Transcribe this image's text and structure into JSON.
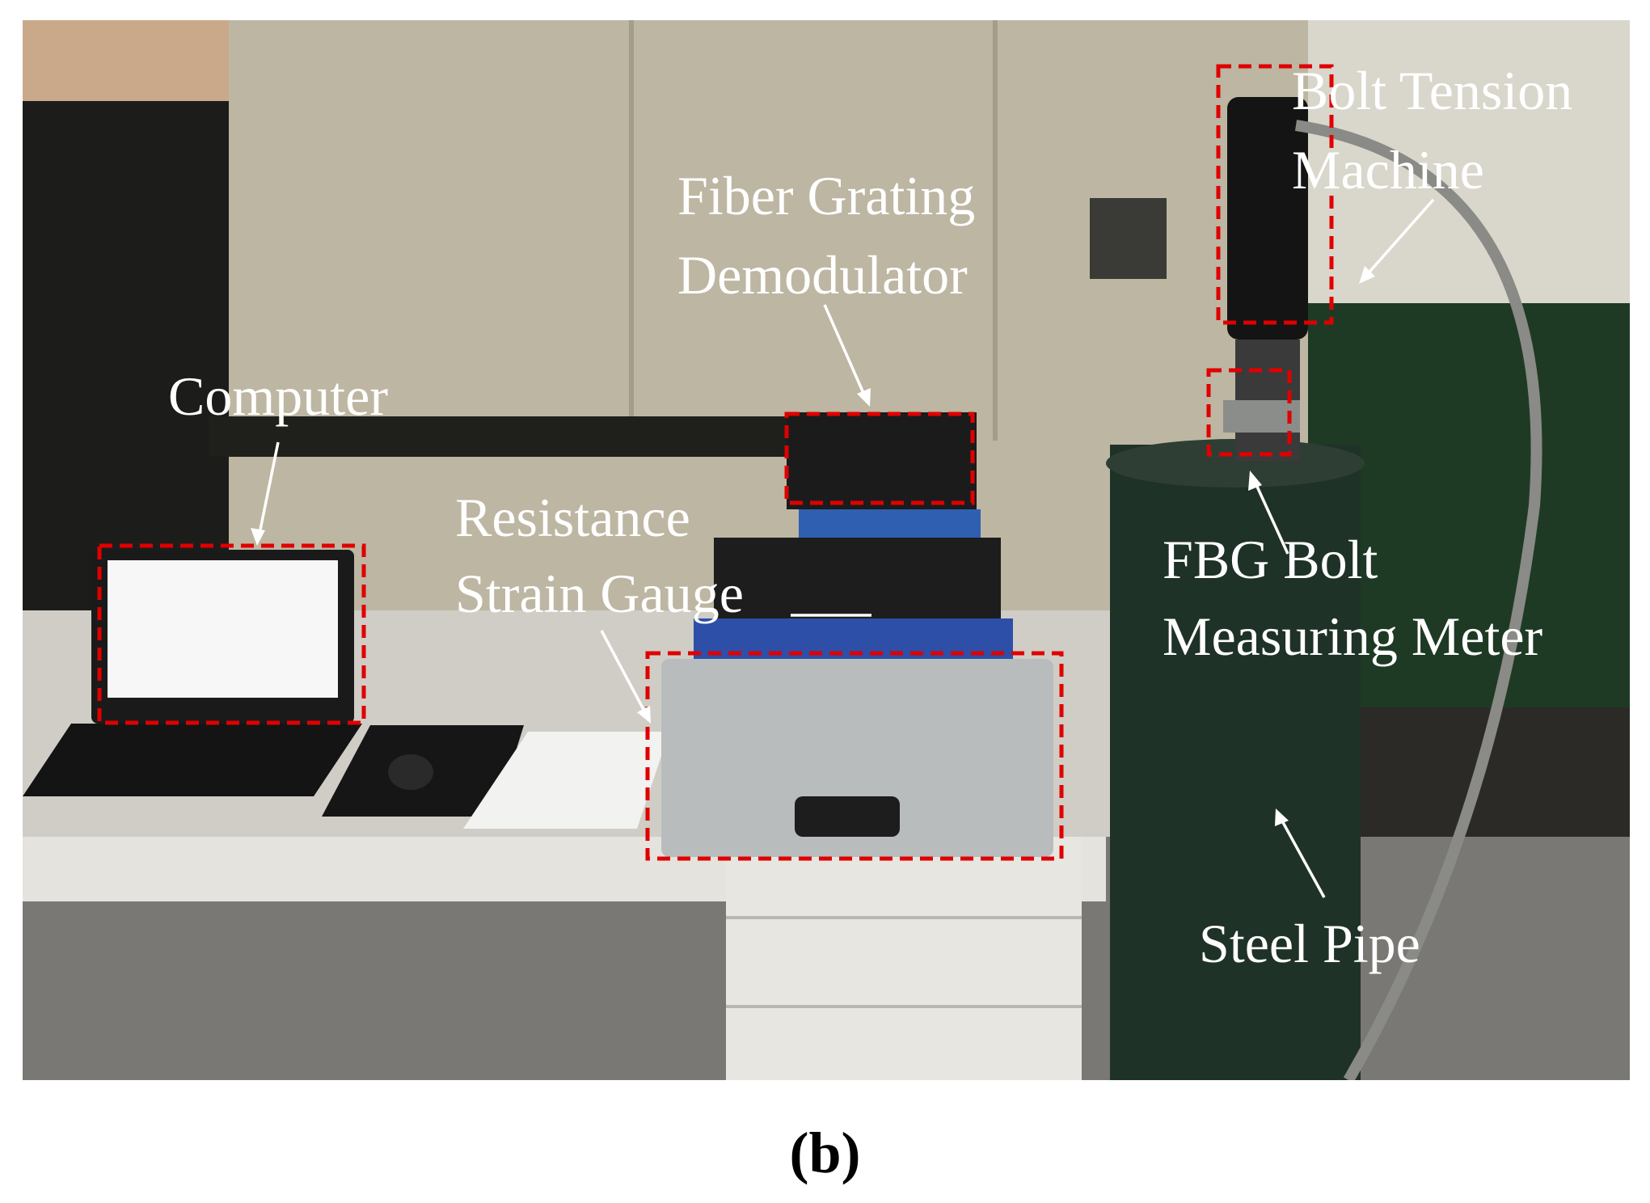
{
  "caption": "(b)",
  "labels": {
    "bolt_tension_line1": "Bolt Tension",
    "bolt_tension_line2": "Machine",
    "fiber_grating_line1": "Fiber Grating",
    "fiber_grating_line2": "Demodulator",
    "computer": "Computer",
    "resistance_line1": "Resistance",
    "resistance_line2": "Strain Gauge",
    "fbg_line1": "FBG Bolt",
    "fbg_line2": "Measuring Meter",
    "steel_pipe": "Steel Pipe"
  },
  "colors": {
    "highlight_box": "#e00000",
    "label_text": "#ffffff"
  }
}
